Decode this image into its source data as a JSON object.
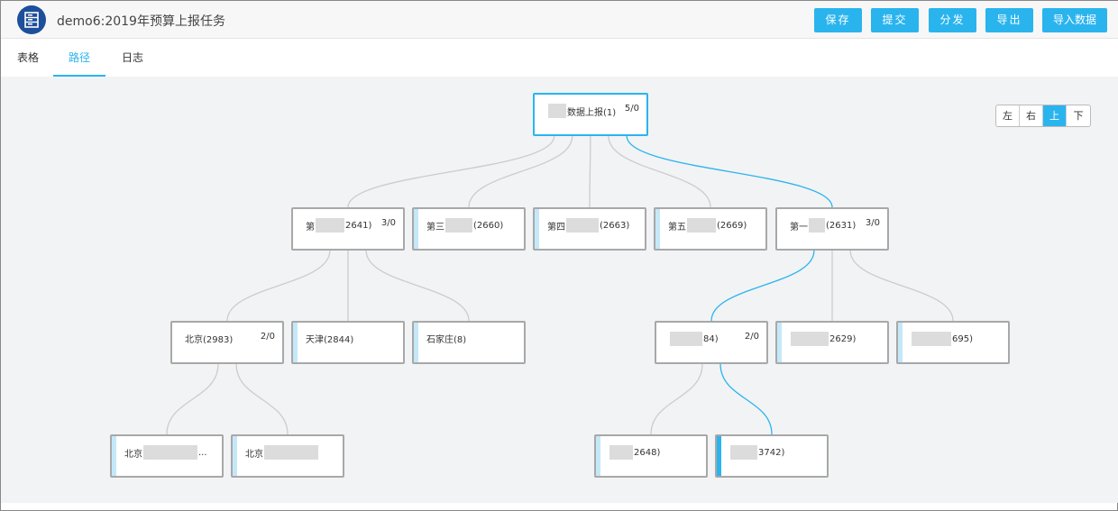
{
  "header": {
    "title": "demo6:2019年预算上报任务",
    "logo_icon": "server-icon",
    "buttons": [
      "保存",
      "提交",
      "分发",
      "导出",
      "导入数据"
    ]
  },
  "tabs": [
    {
      "label": "表格"
    },
    {
      "label": "路径",
      "active": true
    },
    {
      "label": "日志"
    }
  ],
  "direction": {
    "options": [
      "左",
      "右",
      "上",
      "下"
    ],
    "selected": "上"
  },
  "colors": {
    "accent": "#2ab4ee",
    "logo": "#1d4f9a",
    "edge": "#cccccc"
  },
  "tree": [
    {
      "id": "root",
      "pre": "",
      "blur": true,
      "post": "数据上报(1)",
      "count": "5/0",
      "parent": null,
      "highlight": true
    },
    {
      "id": "a",
      "pre": "第",
      "blur": true,
      "post": "2641)",
      "count": "3/0",
      "parent": "root"
    },
    {
      "id": "b",
      "pre": "第三",
      "blur": true,
      "post": "(2660)",
      "count": "",
      "parent": "root",
      "leaf": true
    },
    {
      "id": "c",
      "pre": "第四",
      "blur": true,
      "post": "(2663)",
      "count": "",
      "parent": "root",
      "leaf": true
    },
    {
      "id": "d",
      "pre": "第五",
      "blur": true,
      "post": "(2669)",
      "count": "",
      "parent": "root",
      "leaf": true
    },
    {
      "id": "e",
      "pre": "第一",
      "blur": true,
      "post": "(2631)",
      "count": "3/0",
      "parent": "root",
      "highlight": true
    },
    {
      "id": "a1",
      "pre": "北京(2983)",
      "blur": false,
      "post": "",
      "count": "2/0",
      "parent": "a"
    },
    {
      "id": "a2",
      "pre": "天津(2844)",
      "blur": false,
      "post": "",
      "count": "",
      "parent": "a",
      "leaf": true
    },
    {
      "id": "a3",
      "pre": "石家庄(8)",
      "blur": false,
      "post": "",
      "count": "",
      "parent": "a",
      "leaf": true
    },
    {
      "id": "e1",
      "pre": "",
      "blur": true,
      "post": "84)",
      "count": "2/0",
      "parent": "e",
      "highlight": true
    },
    {
      "id": "e2",
      "pre": "",
      "blur": true,
      "post": "2629)",
      "count": "",
      "parent": "e",
      "leaf": true
    },
    {
      "id": "e3",
      "pre": "",
      "blur": true,
      "post": "695)",
      "count": "",
      "parent": "e",
      "leaf": true
    },
    {
      "id": "a11",
      "pre": "北京",
      "blur": true,
      "post": "...",
      "count": "",
      "parent": "a1",
      "leaf": true
    },
    {
      "id": "a12",
      "pre": "北京",
      "blur": true,
      "post": "",
      "count": "",
      "parent": "a1",
      "leaf": true
    },
    {
      "id": "e11",
      "pre": "",
      "blur": true,
      "post": "2648)",
      "count": "",
      "parent": "e1",
      "leaf": true
    },
    {
      "id": "e12",
      "pre": "",
      "blur": true,
      "post": "3742)",
      "count": "",
      "parent": "e1",
      "leaf": true,
      "highlight": true,
      "selected": true
    }
  ]
}
